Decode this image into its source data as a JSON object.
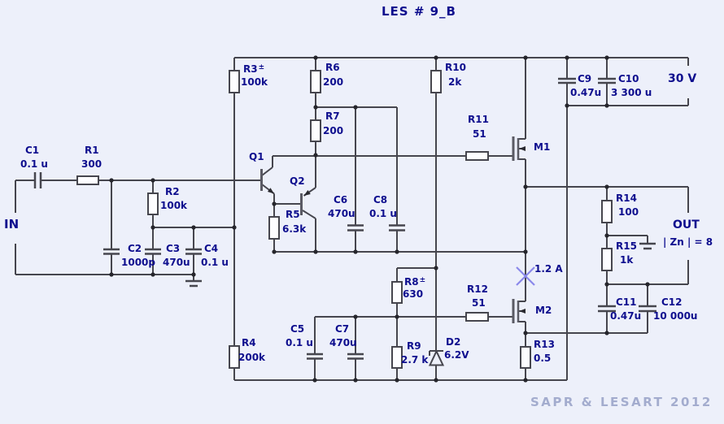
{
  "title": "LES # 9_B",
  "credit": "SAPR & LESART 2012",
  "terminals": {
    "input": "IN",
    "output": "OUT",
    "output_load": "| Zn | = 8",
    "supply": "30 V"
  },
  "fuse": {
    "label": "1.2 A"
  },
  "components": {
    "C1": {
      "name": "C1",
      "value": "0.1 u"
    },
    "C2": {
      "name": "C2",
      "value": "1000p"
    },
    "C3": {
      "name": "C3",
      "value": "470u"
    },
    "C4": {
      "name": "C4",
      "value": "0.1 u"
    },
    "C5": {
      "name": "C5",
      "value": "0.1 u"
    },
    "C6": {
      "name": "C6",
      "value": "470u"
    },
    "C7": {
      "name": "C7",
      "value": "470u"
    },
    "C8": {
      "name": "C8",
      "value": "0.1 u"
    },
    "C9": {
      "name": "C9",
      "value": "0.47u"
    },
    "C10": {
      "name": "C10",
      "value": "3 300 u"
    },
    "C11": {
      "name": "C11",
      "value": "0.47u"
    },
    "C12": {
      "name": "C12",
      "value": "10 000u"
    },
    "R1": {
      "name": "R1",
      "value": "300"
    },
    "R2": {
      "name": "R2",
      "value": "100k"
    },
    "R3": {
      "name": "R3",
      "mark": "±",
      "value": "100k"
    },
    "R4": {
      "name": "R4",
      "value": "200k"
    },
    "R5": {
      "name": "R5",
      "value": "6.3k"
    },
    "R6": {
      "name": "R6",
      "value": "200"
    },
    "R7": {
      "name": "R7",
      "value": "200"
    },
    "R8": {
      "name": "R8",
      "mark": "±",
      "value": "630"
    },
    "R9": {
      "name": "R9",
      "value": "2.7 k"
    },
    "R10": {
      "name": "R10",
      "value": "2k"
    },
    "R11": {
      "name": "R11",
      "value": "51"
    },
    "R12": {
      "name": "R12",
      "value": "51"
    },
    "R13": {
      "name": "R13",
      "value": "0.5"
    },
    "R14": {
      "name": "R14",
      "value": "100"
    },
    "R15": {
      "name": "R15",
      "value": "1k"
    },
    "Q1": {
      "name": "Q1"
    },
    "Q2": {
      "name": "Q2"
    },
    "M1": {
      "name": "M1"
    },
    "M2": {
      "name": "M2"
    },
    "D2": {
      "name": "D2",
      "value": "6.2V"
    }
  }
}
